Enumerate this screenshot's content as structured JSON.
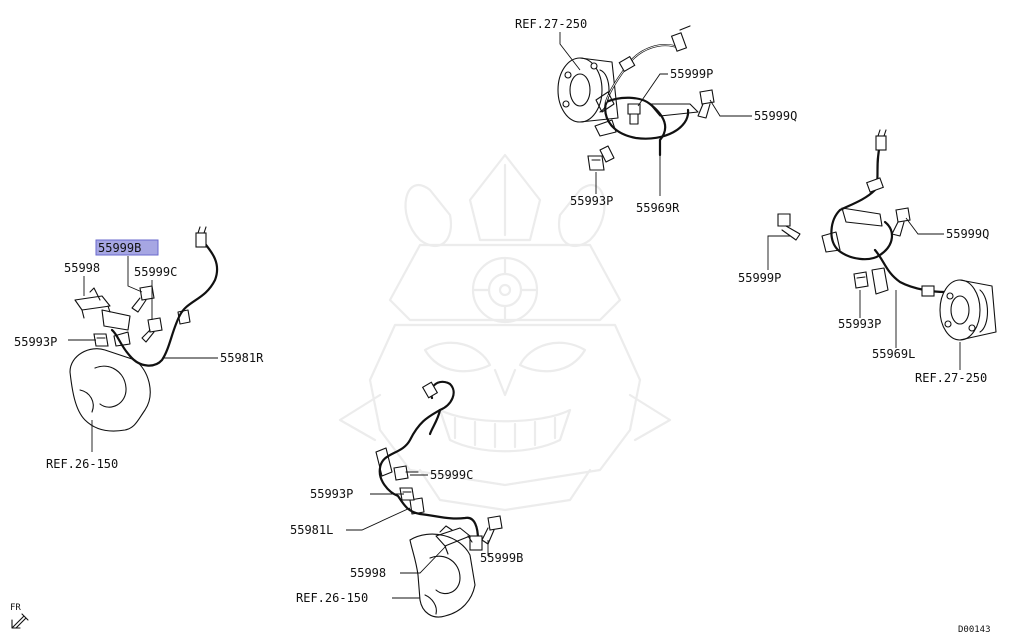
{
  "labels": {
    "ref_27_250_top": "REF.27-250",
    "p55999P_top": "55999P",
    "p55999Q_top": "55999Q",
    "p55993P_top": "55993P",
    "p55969R": "55969R",
    "p55999Q_right": "55999Q",
    "p55999P_right": "55999P",
    "p55993P_right": "55993P",
    "p55969L": "55969L",
    "ref_27_250_right": "REF.27-250",
    "p55999B_left": "55999B",
    "p55998_left": "55998",
    "p55999C_left": "55999C",
    "p55993P_left": "55993P",
    "p55981R": "55981R",
    "ref_26_150_left": "REF.26-150",
    "p55999C_bottom": "55999C",
    "p55993P_bottom": "55993P",
    "p55981L": "55981L",
    "p55998_bottom": "55998",
    "p55999B_bottom": "55999B",
    "ref_26_150_bottom": "REF.26-150",
    "fr": "FR",
    "diagram_code": "D00143"
  },
  "colors": {
    "line": "#111111",
    "highlight": "#a6a6e3",
    "watermark": "#ececec"
  },
  "icons": {
    "watermark": "samurai-helmet-watermark",
    "direction": "front-arrow-icon"
  }
}
